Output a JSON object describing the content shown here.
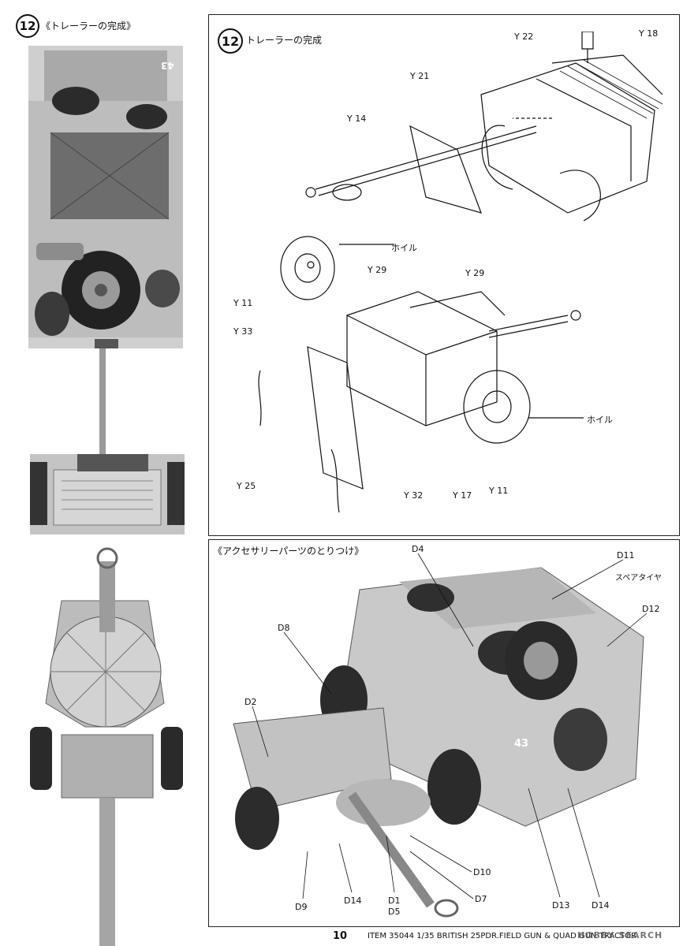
{
  "left_column": {
    "step_number": "12",
    "caption": "《トレーラーの完成》",
    "vehicle_marking": "43"
  },
  "diagram_panel": {
    "step_number": "12",
    "title": "トレーラーの完成",
    "parts_top": [
      "Y 22",
      "Y 18",
      "Y 21",
      "Y 14"
    ],
    "parts_bottom": [
      "ホイル",
      "Y 29",
      "Y 29",
      "Y 11",
      "Y 33",
      "ホイル",
      "Y 25",
      "Y 32",
      "Y 17",
      "Y 11"
    ]
  },
  "accessory_panel": {
    "title": "《アクセサリーパーツのとりつけ》",
    "labels": [
      "D4",
      "D11",
      "スペアタイヤ",
      "D12",
      "D8",
      "D2",
      "D10",
      "D7",
      "D9",
      "D14",
      "D1",
      "D5",
      "D13",
      "D14"
    ],
    "vehicle_marking": "43"
  },
  "footer": {
    "page_number": "10",
    "item_text": "ITEM 35044  1/35 BRITISH 25PDR.FIELD GUN & QUAD GUN TRACTOR",
    "watermark": "HOBBY SEARCH"
  }
}
